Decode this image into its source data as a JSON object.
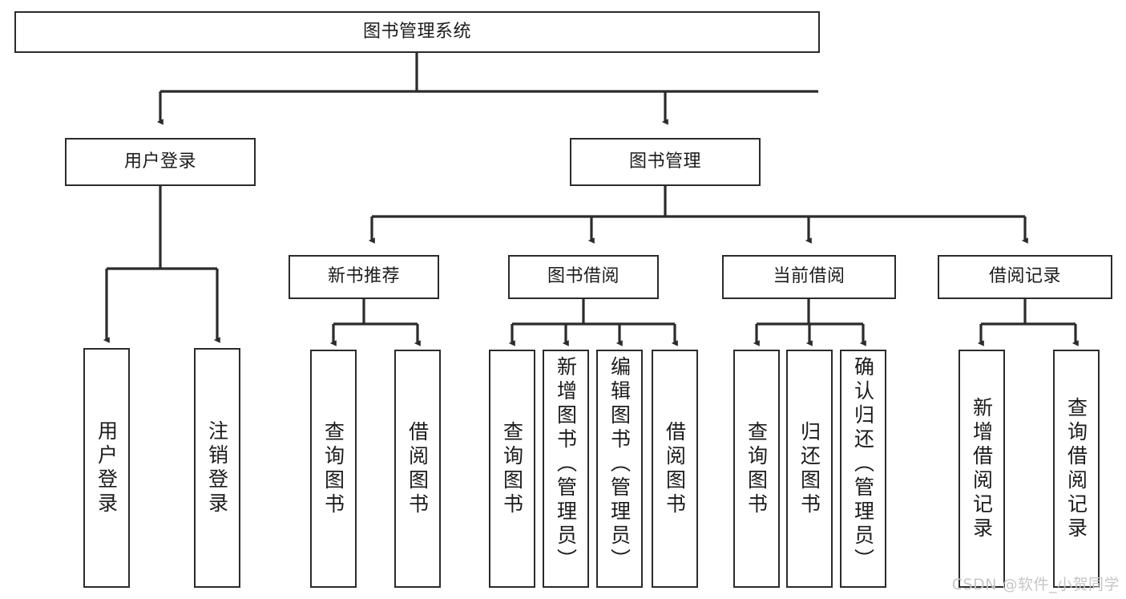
{
  "diagram": {
    "type": "tree",
    "title": "图书管理系统",
    "root": {
      "id": "root",
      "label": "图书管理系统",
      "orientation": "horizontal"
    },
    "level1": [
      {
        "id": "user-login",
        "label": "用户登录",
        "orientation": "horizontal"
      },
      {
        "id": "book-management",
        "label": "图书管理",
        "orientation": "horizontal"
      }
    ],
    "level2": [
      {
        "id": "new-book-recommend",
        "label": "新书推荐",
        "parent": "book-management",
        "orientation": "horizontal"
      },
      {
        "id": "book-borrow",
        "label": "图书借阅",
        "parent": "book-management",
        "orientation": "horizontal"
      },
      {
        "id": "current-borrow",
        "label": "当前借阅",
        "parent": "book-management",
        "orientation": "horizontal"
      },
      {
        "id": "borrow-record",
        "label": "借阅记录",
        "parent": "book-management",
        "orientation": "horizontal"
      }
    ],
    "leaves": [
      {
        "id": "leaf-user-login",
        "label": "用户登录",
        "parent": "user-login",
        "orientation": "vertical"
      },
      {
        "id": "leaf-user-logout",
        "label": "注销登录",
        "parent": "user-login",
        "orientation": "vertical"
      },
      {
        "id": "leaf-query-book-1",
        "label": "查询图书",
        "parent": "new-book-recommend",
        "orientation": "vertical"
      },
      {
        "id": "leaf-borrow-book-1",
        "label": "借阅图书",
        "parent": "new-book-recommend",
        "orientation": "vertical"
      },
      {
        "id": "leaf-query-book-2",
        "label": "查询图书",
        "parent": "book-borrow",
        "orientation": "vertical"
      },
      {
        "id": "leaf-add-book",
        "label": "新增图书（管理员）",
        "parent": "book-borrow",
        "orientation": "vertical"
      },
      {
        "id": "leaf-edit-book",
        "label": "编辑图书（管理员）",
        "parent": "book-borrow",
        "orientation": "vertical"
      },
      {
        "id": "leaf-borrow-book-2",
        "label": "借阅图书",
        "parent": "book-borrow",
        "orientation": "vertical"
      },
      {
        "id": "leaf-query-book-3",
        "label": "查询图书",
        "parent": "current-borrow",
        "orientation": "vertical"
      },
      {
        "id": "leaf-return-book",
        "label": "归还图书",
        "parent": "current-borrow",
        "orientation": "vertical"
      },
      {
        "id": "leaf-confirm-return",
        "label": "确认归还（管理员）",
        "parent": "current-borrow",
        "orientation": "vertical"
      },
      {
        "id": "leaf-add-record",
        "label": "新增借阅记录",
        "parent": "borrow-record",
        "orientation": "vertical"
      },
      {
        "id": "leaf-query-record",
        "label": "查询借阅记录",
        "parent": "borrow-record",
        "orientation": "vertical"
      }
    ]
  },
  "watermark": {
    "text": "CSDN @软件_小贺同学"
  },
  "colors": {
    "border": "#2b2b2b",
    "background": "#ffffff",
    "text": "#1b1b1b",
    "edge": "#2b2b2b",
    "watermark": "#c6c6c6"
  }
}
